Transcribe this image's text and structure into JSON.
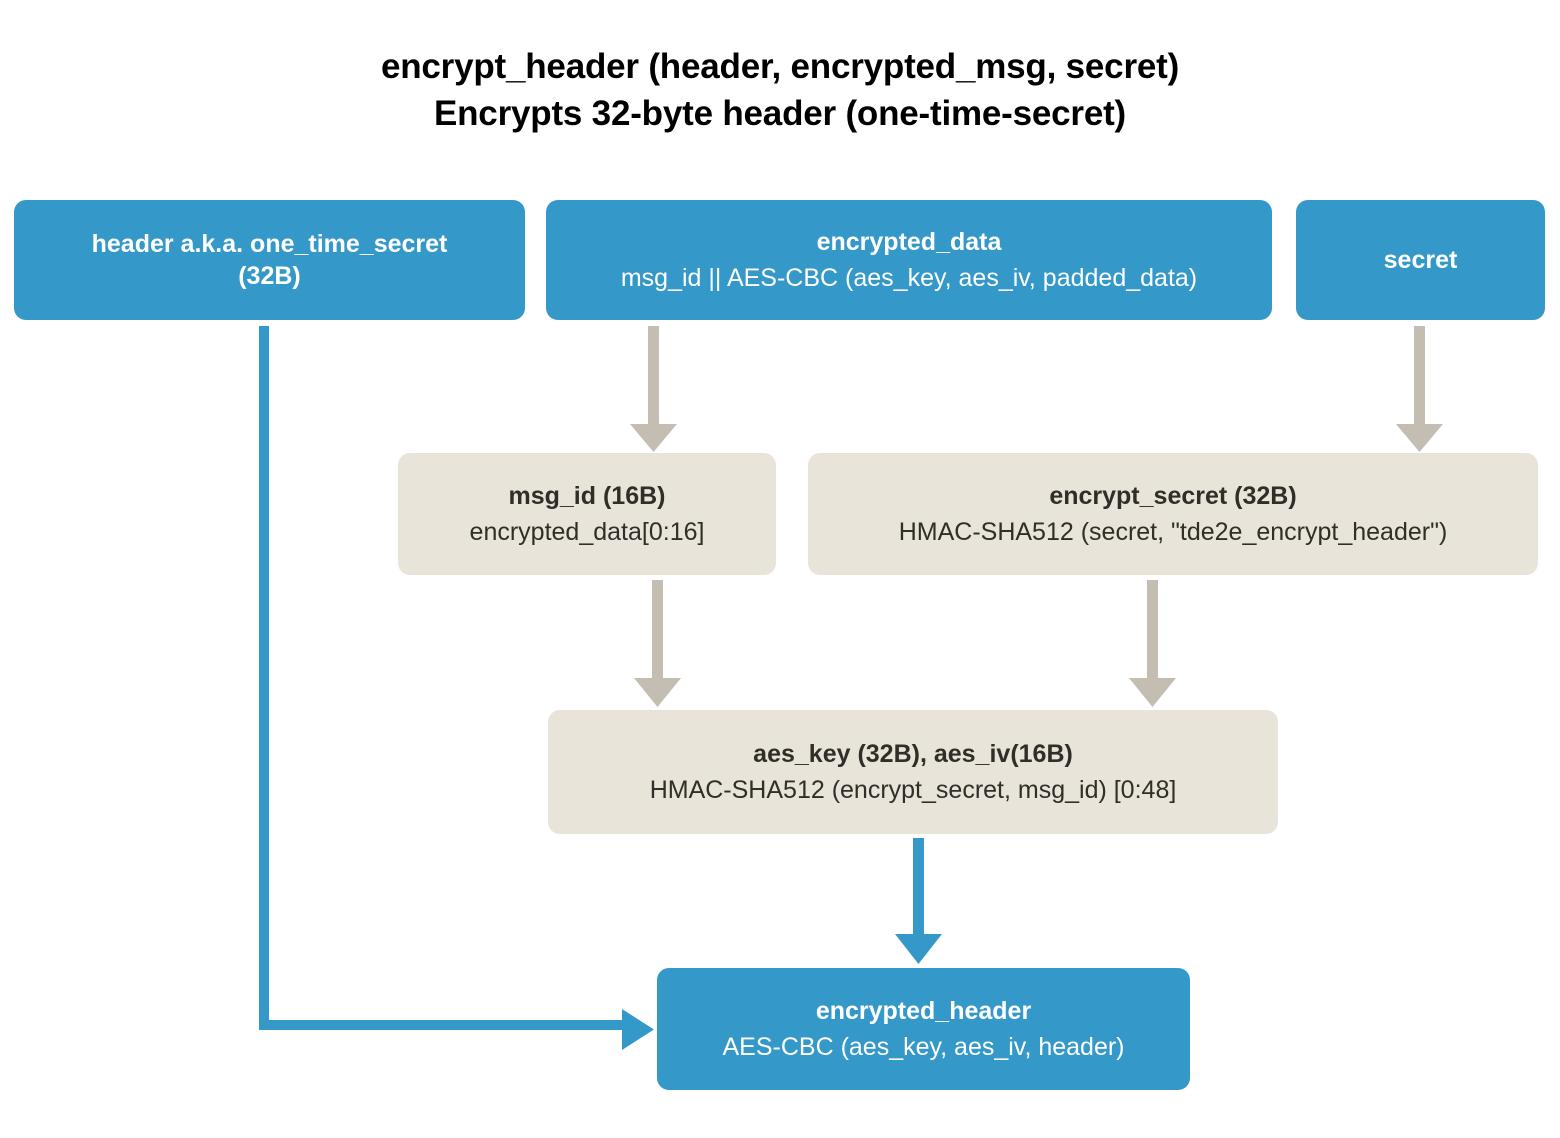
{
  "diagram": {
    "title_lines": [
      "encrypt_header (header, encrypted_msg, secret)",
      "Encrypts 32-byte header (one-time-secret)"
    ],
    "colors": {
      "node_blue": "#3498c8",
      "node_beige": "#e9e4da",
      "arrow_gray": "#c4bdb1",
      "arrow_blue": "#3498c8",
      "text_light": "#ffffff",
      "text_dark": "#2f2e28"
    },
    "nodes": {
      "header": {
        "title": "header a.k.a. one_time_secret\n(32B)",
        "sub": ""
      },
      "encrypted_data": {
        "title": "encrypted_data",
        "sub": "msg_id || AES-CBC (aes_key, aes_iv, padded_data)"
      },
      "secret": {
        "title": "secret",
        "sub": ""
      },
      "msg_id": {
        "title": "msg_id (16B)",
        "sub": "encrypted_data[0:16]"
      },
      "encrypt_secret": {
        "title": "encrypt_secret (32B)",
        "sub": "HMAC-SHA512 (secret, \"tde2e_encrypt_header\")"
      },
      "aes_key_iv": {
        "title": "aes_key (32B), aes_iv(16B)",
        "sub": "HMAC-SHA512 (encrypt_secret, msg_id) [0:48]"
      },
      "encrypted_header": {
        "title": "encrypted_header",
        "sub": "AES-CBC (aes_key, aes_iv, header)"
      }
    },
    "edges": [
      {
        "name": "encrypted-data-to-msg-id",
        "from": "encrypted_data",
        "to": "msg_id",
        "color": "gray"
      },
      {
        "name": "secret-to-encrypt-secret",
        "from": "secret",
        "to": "encrypt_secret",
        "color": "gray"
      },
      {
        "name": "msg-id-to-aes-key",
        "from": "msg_id",
        "to": "aes_key_iv",
        "color": "gray"
      },
      {
        "name": "encrypt-secret-to-aes-key",
        "from": "encrypt_secret",
        "to": "aes_key_iv",
        "color": "gray"
      },
      {
        "name": "aes-key-to-encrypted-header",
        "from": "aes_key_iv",
        "to": "encrypted_header",
        "color": "blue"
      },
      {
        "name": "header-to-encrypted-header",
        "from": "header",
        "to": "encrypted_header",
        "color": "blue"
      }
    ]
  }
}
